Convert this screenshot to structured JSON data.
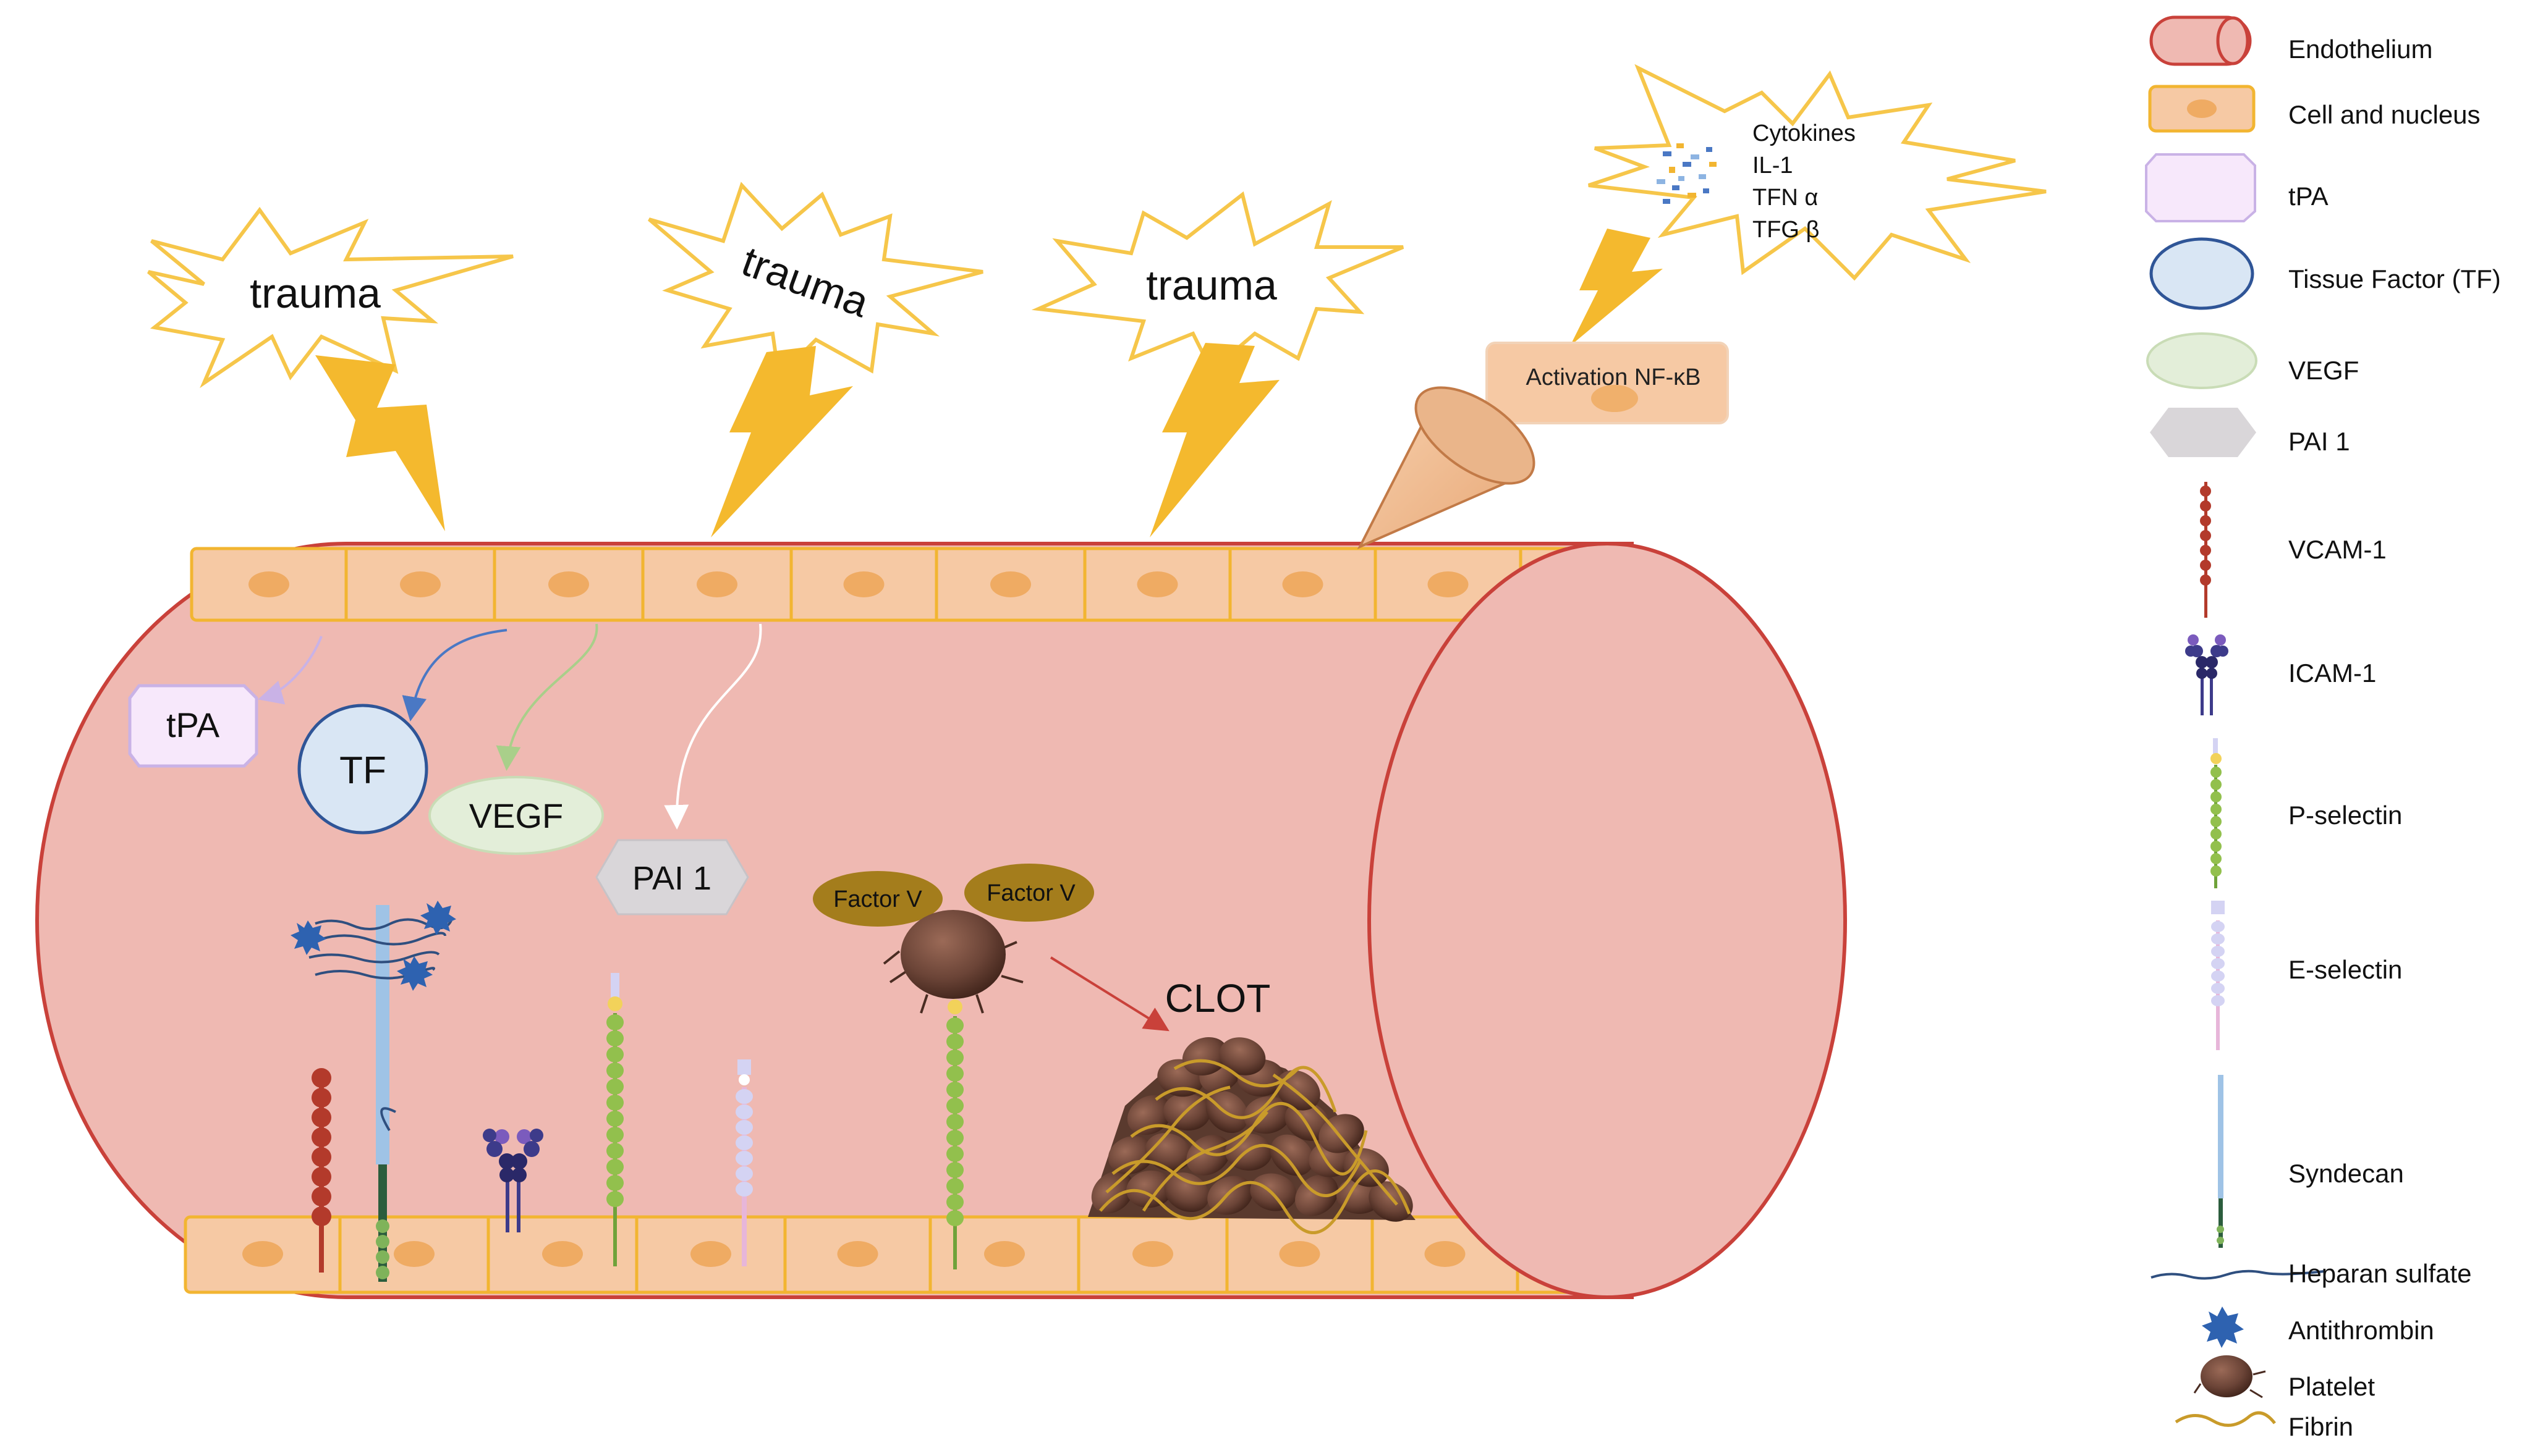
{
  "diagram": {
    "trauma_labels": [
      "trauma",
      "trauma",
      "trauma"
    ],
    "cytokine_burst": {
      "lines": [
        "Cytokines",
        "IL-1",
        "TFN α",
        "TFG β"
      ]
    },
    "activation_label": "Activation NF-κB",
    "released": {
      "tpa": "tPA",
      "tf": "TF",
      "vegf": "VEGF",
      "pai1": "PAI 1"
    },
    "factor_v": [
      "Factor V",
      "Factor V"
    ],
    "clot_label": "CLOT"
  },
  "legend": {
    "items": [
      {
        "label": "Endothelium",
        "icon": "endothelium-icon"
      },
      {
        "label": "Cell and nucleus",
        "icon": "cell-nucleus-icon"
      },
      {
        "label": "tPA",
        "icon": "tpa-icon"
      },
      {
        "label": "Tissue Factor (TF)",
        "icon": "tissue-factor-icon"
      },
      {
        "label": "VEGF",
        "icon": "vegf-icon"
      },
      {
        "label": "PAI 1",
        "icon": "pai1-icon"
      },
      {
        "label": "VCAM-1",
        "icon": "vcam1-icon"
      },
      {
        "label": "ICAM-1",
        "icon": "icam1-icon"
      },
      {
        "label": "P-selectin",
        "icon": "p-selectin-icon"
      },
      {
        "label": "E-selectin",
        "icon": "e-selectin-icon"
      },
      {
        "label": "Syndecan",
        "icon": "syndecan-icon"
      },
      {
        "label": "Heparan sulfate",
        "icon": "heparan-sulfate-icon"
      },
      {
        "label": "Antithrombin",
        "icon": "antithrombin-icon"
      },
      {
        "label": "Platelet",
        "icon": "platelet-icon"
      },
      {
        "label": "Fibrin",
        "icon": "fibrin-icon"
      }
    ]
  },
  "colors": {
    "vessel_fill": "#efb9b2",
    "vessel_stroke": "#c9413a",
    "cell_fill": "#f6c9a4",
    "cell_stroke": "#f2b531",
    "nucleus": "#efab63",
    "lightning": "#f4b92e",
    "burst_stroke": "#f6c64a",
    "tpa_fill": "#f7e8fb",
    "tf_fill": "#d9e6f4",
    "tf_stroke": "#2f5597",
    "vegf_fill": "#e3eed9",
    "pai_fill": "#d9d6d9",
    "vcam": "#b33a2b",
    "icam": "#3d3b8a",
    "p_selectin": "#92c04d",
    "e_selectin": "#d4d3f3",
    "syndecan": "#9fc3e6",
    "factor_v": "#a47d1c",
    "platelet": "#6b4437",
    "fibrin": "#c99b2a",
    "antithrombin": "#2e62b0"
  }
}
